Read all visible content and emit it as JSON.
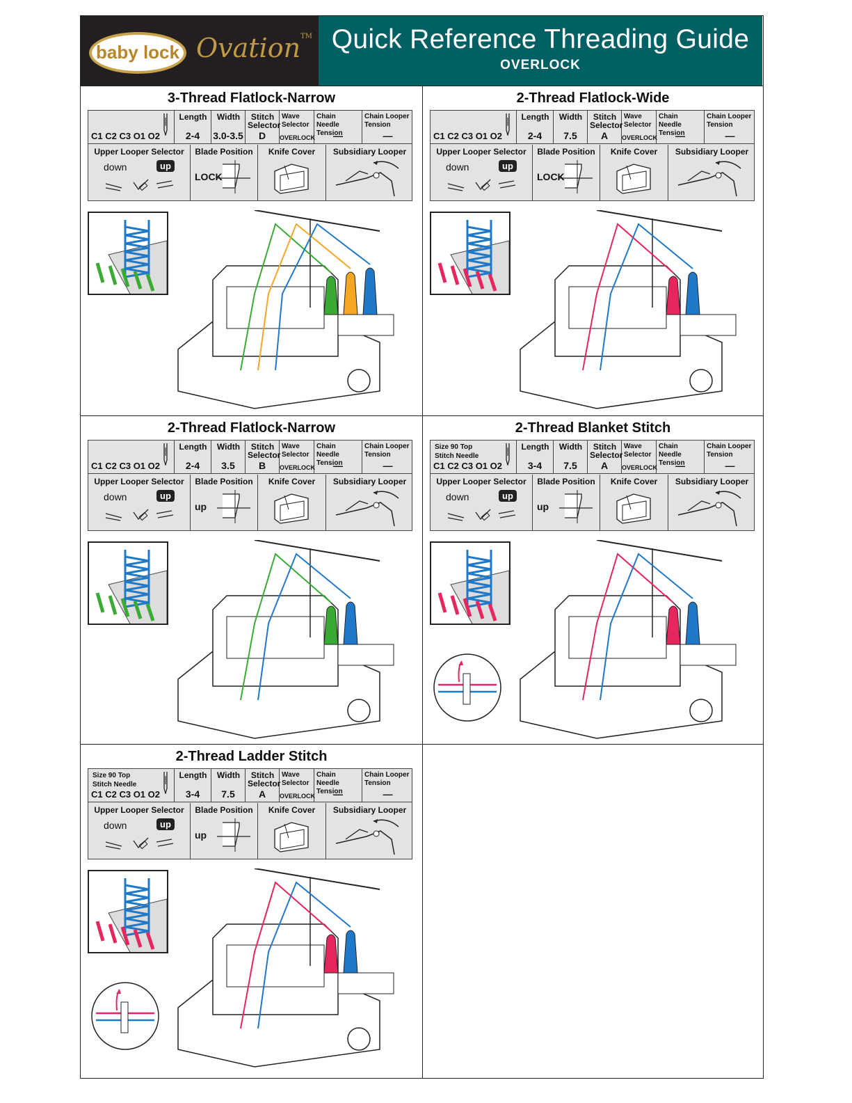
{
  "header": {
    "brand": "baby lock",
    "model": "Ovation",
    "tm": "TM",
    "title": "Quick Reference Threading Guide",
    "subtitle": "OVERLOCK"
  },
  "colors": {
    "teal": "#006063",
    "header_black": "#231f20",
    "gold": "#c29a45",
    "green": "#3aaa35",
    "orange": "#f5a623",
    "blue": "#1f78c8",
    "pink": "#e8265e",
    "table_gray": "#e3e3e3"
  },
  "labels": {
    "length": "Length",
    "width": "Width",
    "stitch_selector": "Stitch Selector",
    "wave_selector": "Wave Selector",
    "chain_needle_tension": "Chain Needle Tension",
    "chain_looper_tension": "Chain Looper Tension",
    "upper_looper_selector": "Upper Looper Selector",
    "blade_position": "Blade Position",
    "knife_cover": "Knife Cover",
    "subsidiary_looper": "Subsidiary Looper",
    "down": "down",
    "up": "up",
    "overlock": "OVERLOCK",
    "dash": "—",
    "needle_note": "Size 90 Top Stitch Needle",
    "needles": "C1 C2 C3 O1 O2"
  },
  "panels": [
    {
      "title": "3-Thread Flatlock-Narrow",
      "length": "2-4",
      "width": "3.0-3.5",
      "stitch": "D",
      "blade": "LOCK",
      "needle_note": false,
      "colors": [
        "#3aaa35",
        "#f5a623",
        "#1f78c8"
      ]
    },
    {
      "title": "2-Thread Flatlock-Wide",
      "length": "2-4",
      "width": "7.5",
      "stitch": "A",
      "blade": "LOCK",
      "needle_note": false,
      "colors": [
        "#e8265e",
        "#1f78c8"
      ]
    },
    {
      "title": "2-Thread Flatlock-Narrow",
      "length": "2-4",
      "width": "3.5",
      "stitch": "B",
      "blade": "up",
      "needle_note": false,
      "colors": [
        "#3aaa35",
        "#1f78c8"
      ]
    },
    {
      "title": "2-Thread Blanket Stitch",
      "length": "3-4",
      "width": "7.5",
      "stitch": "A",
      "blade": "up",
      "needle_note": true,
      "colors": [
        "#e8265e",
        "#1f78c8"
      ]
    },
    {
      "title": "2-Thread Ladder Stitch",
      "length": "3-4",
      "width": "7.5",
      "stitch": "A",
      "blade": "up",
      "needle_note": true,
      "colors": [
        "#e8265e",
        "#1f78c8"
      ]
    }
  ]
}
